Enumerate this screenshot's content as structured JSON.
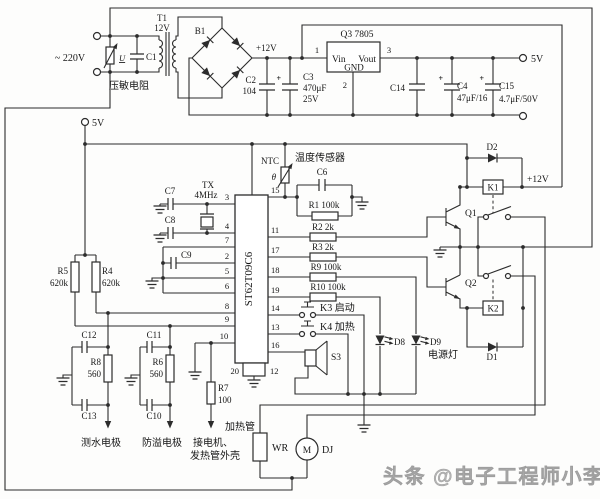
{
  "watermark": "头条 @电子工程师小李",
  "power": {
    "ac_input": "~ 220V",
    "varistor_symbol": "U",
    "varistor_label": "压敏电阻",
    "c1_ref": "C1",
    "t1_ref": "T1",
    "t1_value": "12V",
    "b1_ref": "B1",
    "rail_12v": "+12V",
    "rail_12v_relay": "+12V",
    "c2_ref": "C2",
    "c2_value": "104",
    "c3_ref": "C3",
    "c3_value": "470μF",
    "c3_voltage": "25V",
    "regulator": "Q3 7805",
    "vin": "Vin",
    "vout": "Vout",
    "gnd": "GND",
    "reg_pin1": "1",
    "reg_pin2": "2",
    "reg_pin3": "3",
    "c14_ref": "C14",
    "c4_ref": "C4",
    "c4_value": "47μF/16",
    "c15_ref": "C15",
    "c15_value": "4.7μF/50V",
    "rail_5v_out": "5V",
    "rail_5v_left": "5V",
    "plus": "+"
  },
  "mcu": {
    "part": "ST62T09C6",
    "left_pins": [
      "3",
      "4",
      "7",
      "2",
      "5",
      "6",
      "8",
      "9",
      "10"
    ],
    "bottom_pins": [
      "20",
      "12"
    ],
    "right_pins": [
      "15",
      "11",
      "17",
      "18",
      "19",
      "14",
      "13",
      "16"
    ]
  },
  "osc": {
    "tx_ref": "TX",
    "tx_value": "4MHz",
    "c7": "C7",
    "c8": "C8",
    "c9": "C9"
  },
  "sensor": {
    "ntc": "NTC",
    "theta": "θ",
    "label": "温度传感器",
    "c6": "C6",
    "r1": "R1 100k"
  },
  "driver": {
    "r2": "R2 2k",
    "r3": "R3 2k",
    "r9": "R9 100k",
    "r10": "R10 100k",
    "q1": "Q1",
    "q2": "Q2",
    "k1": "K1",
    "k2": "K2",
    "d1": "D1",
    "d2": "D2"
  },
  "ui": {
    "k3": "K3 启动",
    "k4": "K4 加热",
    "s3": "S3",
    "d8": "D8",
    "d9": "D9",
    "power_lamp": "电源灯"
  },
  "electrodes": {
    "r5_ref": "R5",
    "r5_value": "620k",
    "r4_ref": "R4",
    "r4_value": "620k",
    "c12": "C12",
    "c13": "C13",
    "r8_ref": "R8",
    "r8_value": "560",
    "c11": "C11",
    "c10": "C10",
    "r6_ref": "R6",
    "r6_value": "560",
    "r7_ref": "R7",
    "r7_value": "100",
    "probe_water": "测水电极",
    "probe_overflow": "防溢电极",
    "motor_shell_1": "接电机、",
    "motor_shell_2": "发热管外壳"
  },
  "loads": {
    "heater_tube": "加热管",
    "wr": "WR",
    "motor_m": "M",
    "dj": "DJ"
  }
}
